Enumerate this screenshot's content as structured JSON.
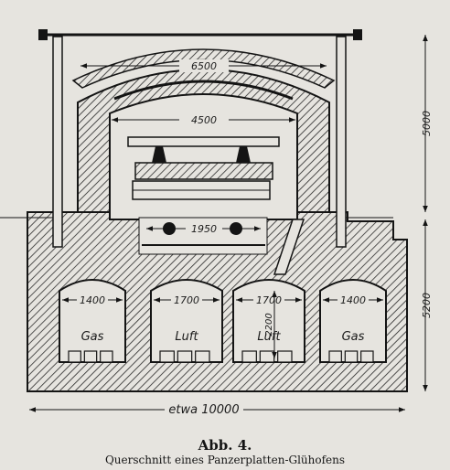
{
  "figure": {
    "dimensions": {
      "outer_width": "6500",
      "inner_width": "4500",
      "bogie_width": "1950",
      "total_width": "etwa 10000",
      "upper_height": "5000",
      "lower_height": "5200",
      "chamber_height": "2200"
    },
    "chambers": [
      {
        "width": "1400",
        "label": "Gas"
      },
      {
        "width": "1700",
        "label": "Luft"
      },
      {
        "width": "1700",
        "label": "Luft"
      },
      {
        "width": "1400",
        "label": "Gas"
      }
    ]
  },
  "caption": {
    "title": "Abb. 4.",
    "subtitle": "Querschnitt eines Panzerplatten-Glühofens"
  },
  "colors": {
    "ink": "#141414",
    "paper": "#e6e4df"
  }
}
